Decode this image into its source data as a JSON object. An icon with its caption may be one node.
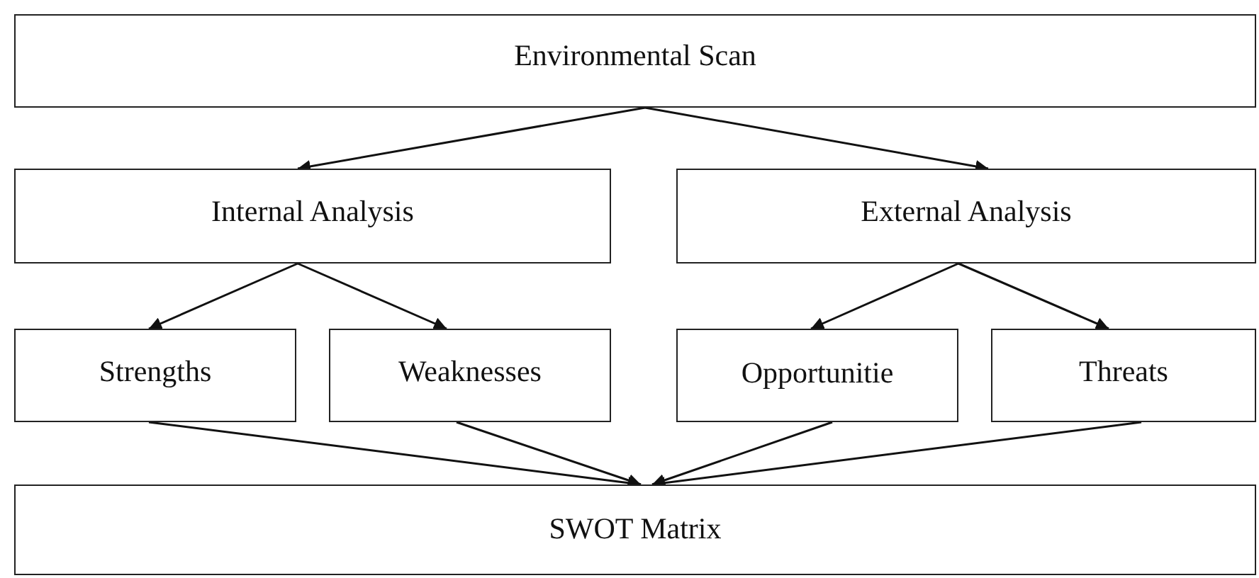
{
  "diagram": {
    "nodes": [
      {
        "text": [
          "Environmental Scan"
        ]
      },
      {
        "text": [
          "Internal Analysis"
        ]
      },
      {
        "text": [
          "External Analysis"
        ]
      },
      {
        "text": [
          "Strengths"
        ]
      },
      {
        "text": [
          "Weaknesses"
        ]
      },
      {
        "text": [
          "Opportunitie"
        ]
      },
      {
        "text": [
          "Threats"
        ]
      },
      {
        "text": [
          "SWOT Matrix"
        ]
      }
    ],
    "edges": [
      {
        "from": 0,
        "to": 1,
        "arrow": "to"
      },
      {
        "from": 0,
        "to": 2,
        "arrow": "to"
      },
      {
        "from": 1,
        "to": 3,
        "arrow": "to"
      },
      {
        "from": 1,
        "to": 4,
        "arrow": "to"
      },
      {
        "from": 2,
        "to": 5,
        "arrow": "to"
      },
      {
        "from": 2,
        "to": 6,
        "arrow": "to"
      },
      {
        "from": 3,
        "to": 7,
        "arrow": "to"
      },
      {
        "from": 4,
        "to": 7,
        "arrow": "to"
      },
      {
        "from": 5,
        "to": 7,
        "arrow": "to"
      },
      {
        "from": 6,
        "to": 7,
        "arrow": "to"
      }
    ]
  }
}
